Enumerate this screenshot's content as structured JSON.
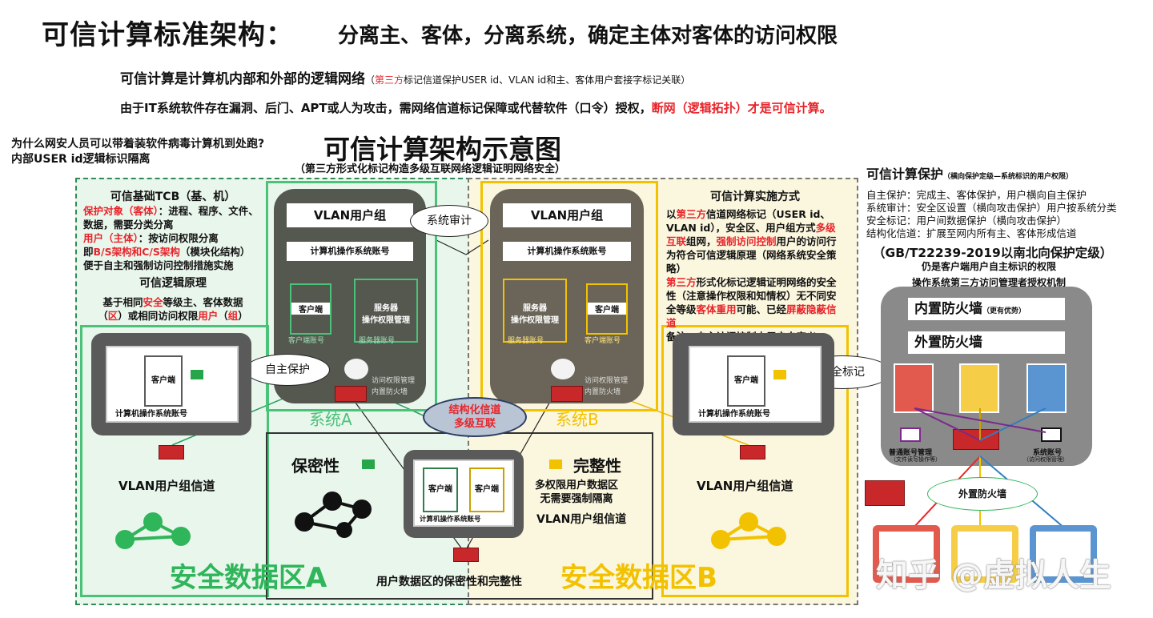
{
  "header": {
    "title": "可信计算标准架构：",
    "subtitle": "分离主、客体，分离系统，确定主体对客体的访问权限",
    "line1_main": "可信计算是计算机内部和外部的逻辑网络",
    "line1_paren_open": "（",
    "line1_red": "第三方",
    "line1_rest": "标记信道保护USER id、VLAN id和主、客体用户套接字标记关联）",
    "line2_main": "由于IT系统软件存在漏洞、后门、APT或人为攻击，需网络信道标记保障或代替软件（口令）授权，",
    "line2_red": "断网（逻辑拓扑）才是可信计算。"
  },
  "question": {
    "line1": "为什么网安人员可以带着装软件病毒计算机到处跑?",
    "line2": "内部USER id逻辑标识隔离"
  },
  "diagram": {
    "title": "可信计算架构示意图",
    "subtitle": "（第三方形式化标记构造多级互联网络逻辑证明网络安全）",
    "tcb": {
      "title": "可信基础TCB（基、机）",
      "p1_red": "保护对象（客体）",
      "p1": "：进程、程序、文件、数据，需要分类分离",
      "p2_red": "用户（主体）",
      "p2": "：按访问权限分离",
      "p3_a": "即",
      "p3_red": "B/S架构和C/S架构",
      "p3": "（模块化结构）",
      "p4": "便于自主和强制访问控制措施实施",
      "logic_title": "可信逻辑原理",
      "l1_a": "基于相同",
      "l1_red": "安全",
      "l1_b": "等级主、客体数据",
      "l2_a": "（",
      "l2_red1": "区",
      "l2_b": "）或相同访问权限",
      "l2_red2": "用户",
      "l2_c": "（",
      "l2_red3": "组",
      "l2_d": "）"
    },
    "impl": {
      "title": "可信计算实施方式",
      "t1": "以",
      "t1_red": "第三方",
      "t1_b": "信道网络标记（USER id、VLAN id），安全区、用户组方式",
      "t2_red": "多级互联",
      "t2_b": "组网，",
      "t2_red2": "强制访问控制",
      "t2_c": "用户的访问行为符合可信逻辑原理（网络系统安全策略）",
      "t3_red": "第三方",
      "t3_b": "形式化标记逻辑证明网络的安全性（注意操作权限和知情权）无不同安全等级",
      "t3_red2": "客体重用",
      "t3_c": "可能、已经",
      "t3_red3": "屏蔽隐蔽信道",
      "t4": "备注：自主访问控制由用户自定义"
    },
    "system_a": {
      "vlan": "VLAN用户组",
      "acct": "计算机操作系统账号",
      "client": "客户端",
      "client_acct": "客户端账号",
      "server": "服务器",
      "server_perm": "操作权限管理",
      "server_acct": "服务器账号",
      "access": "访问权限管理",
      "fw": "内置防火墙",
      "label": "系统A"
    },
    "system_b": {
      "vlan": "VLAN用户组",
      "acct": "计算机操作系统账号",
      "client": "客户端",
      "client_acct": "客户端账号",
      "server": "服务器",
      "server_perm": "操作权限管理",
      "server_acct": "服务器账号",
      "access": "访问权限管理",
      "fw": "内置防火墙",
      "label": "系统B"
    },
    "bubbles": {
      "audit": "系统审计",
      "self_protect": "自主保护",
      "security_mark": "安全标记",
      "structured_1": "结构化信道",
      "structured_2": "多级互联"
    },
    "laptop_a": {
      "client": "客户端",
      "acct": "计算机操作系统账号",
      "channel": "VLAN用户组信道"
    },
    "laptop_b": {
      "client": "客户端",
      "acct": "计算机操作系统账号",
      "channel": "VLAN用户组信道"
    },
    "center": {
      "confidentiality": "保密性",
      "integrity": "完整性",
      "multi1": "多权限用户数据区",
      "multi2": "无需要强制隔离",
      "channel": "VLAN用户组信道",
      "client1": "客户端",
      "client2": "客户端",
      "acct": "计算机操作系统账号",
      "bottom": "用户数据区的保密性和完整性"
    },
    "zone_a": "安全数据区A",
    "zone_b": "安全数据区B"
  },
  "right": {
    "title": "可信计算保护",
    "title_small": "（横向保护定级—系统标识的用户权限）",
    "items": [
      "自主保护：完成主、客体保护，用户横向自主保护",
      "系统审计：安全区设置（横向攻击保护）用户按系统分类",
      "安全标记：用户间数据保护（横向攻击保护）",
      "结构化信道：扩展至网内所有主、客体形成信道"
    ],
    "gb": "（GB/T22239-2019以南北向保护定级）",
    "gb_sub1": "仍是客户端用户自主标识的权限",
    "gb_sub2": "操作系统第三方访问管理者授权机制",
    "fw_in": "内置防火墙",
    "fw_in_small": "（更有优势）",
    "fw_out": "外置防火墙",
    "normal_acct": "普通账号管理",
    "normal_acct_sub": "（文件读写操作等）",
    "system_acct": "系统账号",
    "system_acct_sub": "（访问权限管理）",
    "external_fw": "外置防火墙"
  },
  "watermark": "知乎 @虚拟人生",
  "colors": {
    "red": "#e8242a",
    "green": "#4bc27a",
    "yellow": "#f2c200",
    "blue": "#2f7fc1"
  }
}
